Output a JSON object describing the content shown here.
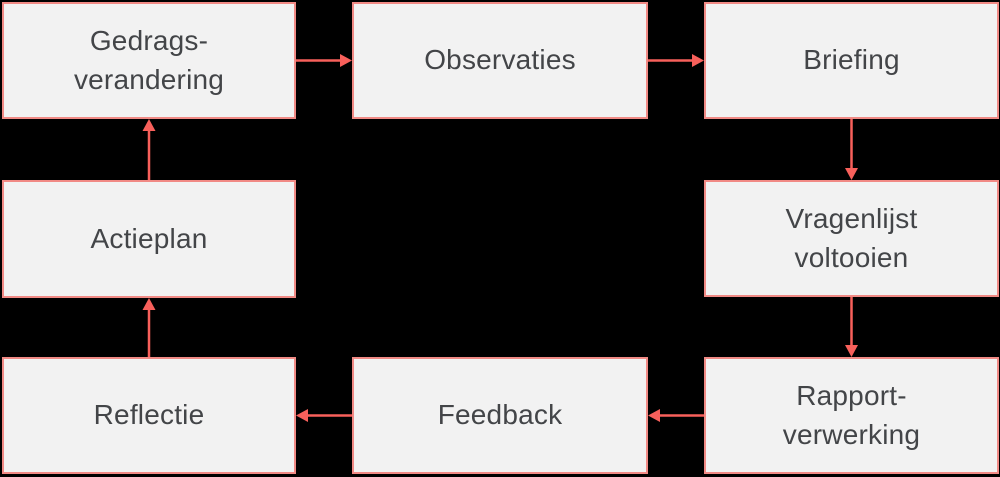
{
  "diagram": {
    "title": "",
    "theme": {
      "background_color": "#000000",
      "node_fill_color": "#f2f2f2",
      "node_border_color": "#f18a85",
      "arrow_color": "#f8605b",
      "text_color": "#434548"
    },
    "nodes": [
      {
        "id": "gedragsverandering",
        "label": "Gedrags-\nverandering"
      },
      {
        "id": "observaties",
        "label": "Observaties"
      },
      {
        "id": "briefing",
        "label": "Briefing"
      },
      {
        "id": "vragenlijst",
        "label": "Vragenlijst\nvoltooien"
      },
      {
        "id": "rapportverwerking",
        "label": "Rapport-\nverwerking"
      },
      {
        "id": "feedback",
        "label": "Feedback"
      },
      {
        "id": "reflectie",
        "label": "Reflectie"
      },
      {
        "id": "actieplan",
        "label": "Actieplan"
      }
    ],
    "edges": [
      {
        "from": "gedragsverandering",
        "to": "observaties"
      },
      {
        "from": "observaties",
        "to": "briefing"
      },
      {
        "from": "briefing",
        "to": "vragenlijst"
      },
      {
        "from": "vragenlijst",
        "to": "rapportverwerking"
      },
      {
        "from": "rapportverwerking",
        "to": "feedback"
      },
      {
        "from": "feedback",
        "to": "reflectie"
      },
      {
        "from": "reflectie",
        "to": "actieplan"
      },
      {
        "from": "actieplan",
        "to": "gedragsverandering"
      }
    ]
  }
}
